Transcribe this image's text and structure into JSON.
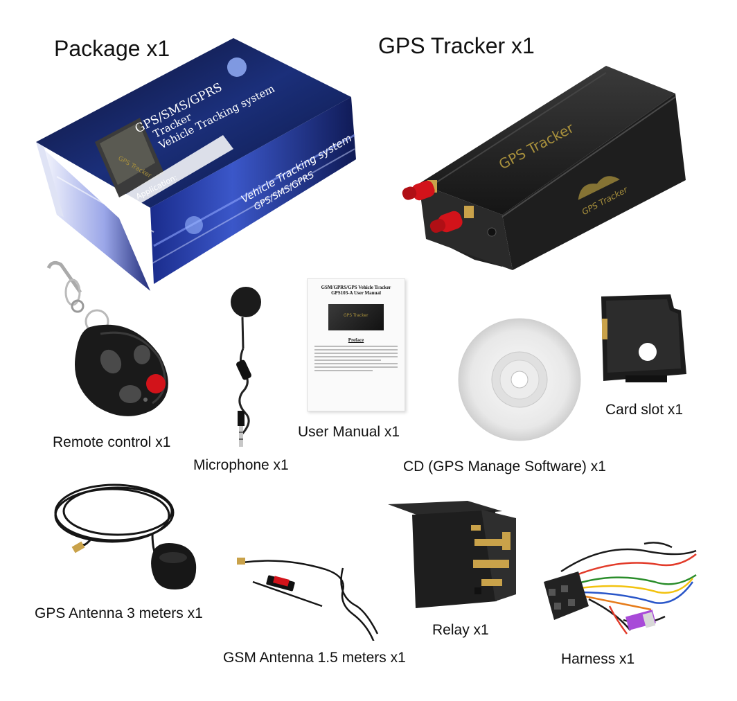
{
  "captions": {
    "package": "Package x1",
    "tracker": "GPS Tracker x1",
    "remote": "Remote control x1",
    "microphone": "Microphone x1",
    "manual": "User Manual x1",
    "cd": "CD (GPS Manage Software) x1",
    "card_slot": "Card slot x1",
    "gps_antenna": "GPS Antenna 3 meters x1",
    "gsm_antenna": "GSM Antenna 1.5 meters x1",
    "relay": "Relay x1",
    "harness": "Harness x1"
  },
  "box": {
    "title_line1": "GPS/SMS/GPRS",
    "title_line2": "Tracker",
    "title_line3": "Vehicle Tracking system",
    "application": "Application:",
    "side_text1": "Vehicle Tracking system",
    "side_text2": "GPS/SMS/GPRS",
    "device_label": "GPS Tracker"
  },
  "tracker_labels": {
    "main": "GPS Tracker",
    "logo": "GPS Tracker"
  },
  "manual": {
    "title_line1": "GSM/GPRS/GPS Vehicle Tracker",
    "title_line2": "GPS103-A User Manual",
    "device_label": "GPS Tracker",
    "section": "Preface"
  },
  "colors": {
    "box_blue": "#1b2f7a",
    "box_dark": "#0c1030",
    "tracker_body": "#1e1e1e",
    "antenna_red": "#d2131a",
    "text_gold": "#a8903c"
  }
}
